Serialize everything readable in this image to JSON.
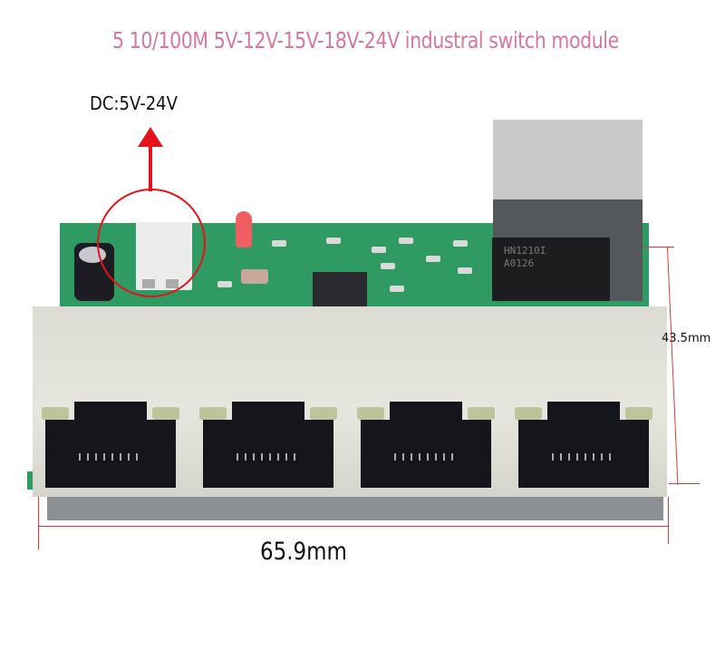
{
  "title": "5 10/100M 5V-12V-15V-18V-24V industral switch module",
  "annotations": {
    "power_input": "DC:5V-24V",
    "width_dimension": "65.9mm",
    "height_dimension": "43.5mm"
  },
  "product": {
    "ports_front": 4,
    "ports_top": 1,
    "transformer_marking": [
      "HN1210I",
      "A0126"
    ]
  },
  "colors": {
    "title": "#d9779b",
    "annotation_red": "#e5131a",
    "pcb_green": "#2f9a62",
    "housing": "#dcdcd4"
  }
}
